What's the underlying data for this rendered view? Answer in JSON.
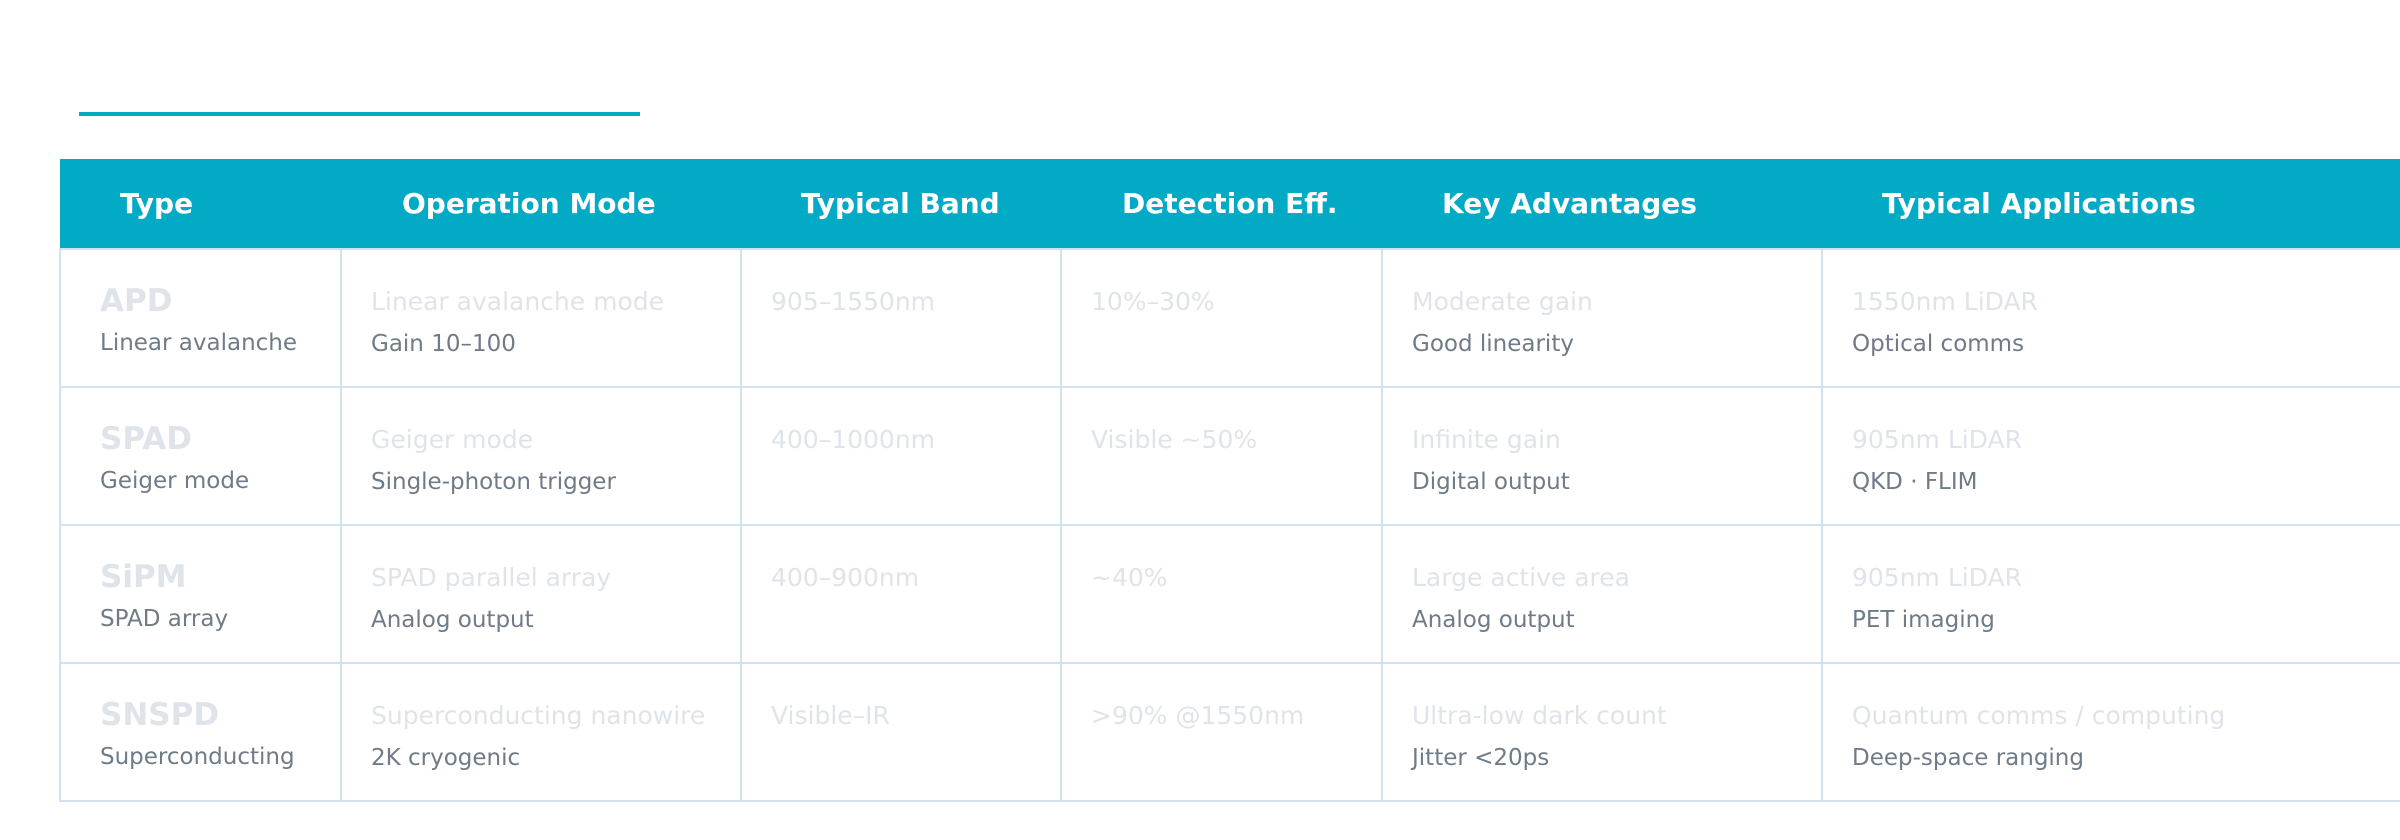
{
  "table": {
    "headers": [
      "Type",
      "Operation Mode",
      "Typical Band",
      "Detection Eff.",
      "Key Advantages",
      "Typical Applications"
    ],
    "rows": [
      {
        "type": "APD",
        "type_sub": "Linear avalanche",
        "mode": "Linear avalanche mode",
        "mode_sub": "Gain 10–100",
        "band": "905–1550nm",
        "eff": "10%–30%",
        "adv": "Moderate gain",
        "adv_sub": "Good linearity",
        "app": "1550nm LiDAR",
        "app_sub": "Optical comms"
      },
      {
        "type": "SPAD",
        "type_sub": "Geiger mode",
        "mode": "Geiger mode",
        "mode_sub": "Single-photon trigger",
        "band": "400–1000nm",
        "eff": "Visible ~50%",
        "adv": "Infinite gain",
        "adv_sub": "Digital output",
        "app": "905nm LiDAR",
        "app_sub": "QKD · FLIM"
      },
      {
        "type": "SiPM",
        "type_sub": "SPAD array",
        "mode": "SPAD parallel array",
        "mode_sub": "Analog output",
        "band": "400–900nm",
        "eff": "~40%",
        "adv": "Large active area",
        "adv_sub": "Analog output",
        "app": "905nm LiDAR",
        "app_sub": "PET imaging"
      },
      {
        "type": "SNSPD",
        "type_sub": "Superconducting",
        "mode": "Superconducting nanowire",
        "mode_sub": "2K cryogenic",
        "band": "Visible–IR",
        "eff": ">90% @1550nm",
        "adv": "Ultra-low dark count",
        "adv_sub": "Jitter <20ps",
        "app": "Quantum comms / computing",
        "app_sub": "Deep-space ranging"
      }
    ]
  },
  "colors": {
    "accent": "#02aac5",
    "header_text": "#ffffff",
    "border": "#d2e1ef",
    "faded_text": "#dfe4ea",
    "secondary_text": "#6f7b87"
  }
}
